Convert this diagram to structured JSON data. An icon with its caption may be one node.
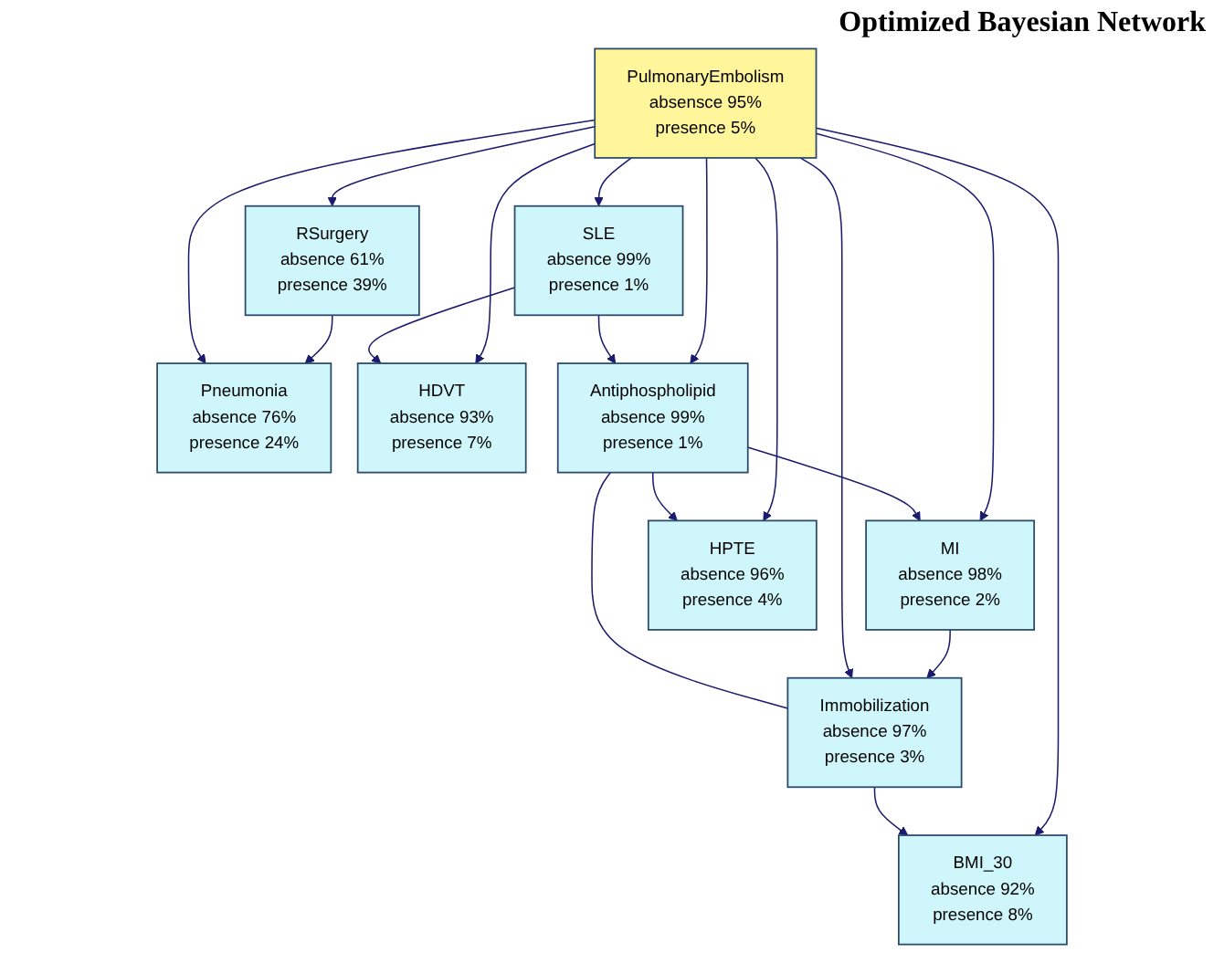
{
  "diagram": {
    "title": "Optimized Bayesian Network",
    "nodes": [
      {
        "text": [
          "MI",
          "absence 98%",
          "presence 2%"
        ]
      },
      {
        "text": [
          "Pneumonia",
          "absence 76%",
          "presence 24%"
        ]
      },
      {
        "text": [
          "HDVT",
          "absence 93%",
          "presence 7%"
        ]
      },
      {
        "text": [
          "RSurgery",
          "absence 61%",
          "presence 39%"
        ]
      },
      {
        "text": [
          "PulmonaryEmbolism",
          "absensce 95%",
          "presence 5%"
        ]
      },
      {
        "text": [
          "BMI_30",
          "absence 92%",
          "presence 8%"
        ]
      },
      {
        "text": [
          "HPTE",
          "absence 96%",
          "presence 4%"
        ]
      },
      {
        "text": [
          "Immobilization",
          "absence 97%",
          "presence 3%"
        ]
      },
      {
        "text": [
          "SLE",
          "absence 99%",
          "presence 1%"
        ]
      },
      {
        "text": [
          "Antiphospholipid",
          "absence 99%",
          "presence 1%"
        ]
      }
    ],
    "edges": [
      {
        "from": 4,
        "to": 0,
        "arrow": "to"
      },
      {
        "from": 9,
        "to": 0,
        "arrow": "to"
      },
      {
        "from": 0,
        "to": 7,
        "arrow": "to"
      },
      {
        "from": 3,
        "to": 1,
        "arrow": "to"
      },
      {
        "from": 4,
        "to": 1,
        "arrow": "to"
      },
      {
        "from": 4,
        "to": 2,
        "arrow": "to"
      },
      {
        "from": 8,
        "to": 2,
        "arrow": "to"
      },
      {
        "from": 4,
        "to": 3,
        "arrow": "to"
      },
      {
        "from": 4,
        "to": 5,
        "arrow": "to"
      },
      {
        "from": 7,
        "to": 5,
        "arrow": "to"
      },
      {
        "from": 4,
        "to": 6,
        "arrow": "to"
      },
      {
        "from": 9,
        "to": 6,
        "arrow": "to"
      },
      {
        "from": 4,
        "to": 7,
        "arrow": "to"
      },
      {
        "from": 4,
        "to": 8,
        "arrow": "to"
      },
      {
        "from": 4,
        "to": 9,
        "arrow": "to"
      },
      {
        "from": 8,
        "to": 9,
        "arrow": "to"
      },
      {
        "from": 9,
        "to": 7,
        "arrow": "none"
      }
    ]
  }
}
